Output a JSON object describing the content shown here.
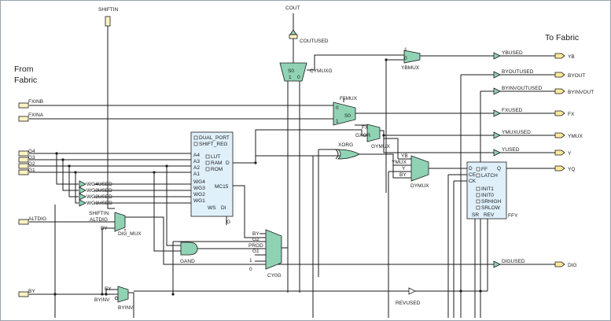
{
  "headers": {
    "from": "From Fabric",
    "to": "To Fabric"
  },
  "top": {
    "shiftin": "SHIFTIN",
    "cout": "COUT",
    "coutused": "COUTUSED",
    "cymuxg": "CYMUXG",
    "cymuxg_s0": "S0",
    "cymuxg_in1": "1",
    "cymuxg_in0": "0"
  },
  "inputs": {
    "fxinb": "FXINB",
    "fxina": "FXINA",
    "g4": "G4",
    "g3": "G3",
    "g2": "G2",
    "g1": "G1",
    "altdig": "ALTDIG",
    "by": "BY"
  },
  "outputs": {
    "ybused": "YBUSED",
    "yb": "YB",
    "byoutused": "BYOUTUSED",
    "byout": "BYOUT",
    "byinvoutused": "BYINVOUTUSED",
    "byinvout": "BYINVOUT",
    "fxused": "FXUSED",
    "fx": "FX",
    "ymuxused": "YMUXUSED",
    "ymux": "YMUX",
    "yused": "YUSED",
    "y": "Y",
    "yq": "YQ",
    "digused": "DIGUSED",
    "dig": "DIG"
  },
  "blocks": {
    "ybmux": "YBMUX",
    "ybmux_in1": "1",
    "ybmux_in0": "0",
    "f5mux": "F5MUX",
    "f5mux_in0": "0",
    "f5mux_in1": "1",
    "f5mux_s0": "S0",
    "gxor": "GXOR",
    "fx_lbl": "FX",
    "gymux": "GYMUX",
    "g_lbl": "G",
    "xorg": "XORG",
    "dymux_yb": "YB",
    "dymux_ymux": "YMUX",
    "dymux_y": "Y",
    "dymux_by": "BY",
    "dymux": "DYMUX",
    "dig_mux_shiftin": "SHIFTIN",
    "dig_mux_altdig": "ALTDIG",
    "dig_mux_by": "BY",
    "dig_mux": "DIG_MUX",
    "gand": "GAND",
    "cy0g_by": "BY",
    "cy0g_g2": "G2",
    "cy0g_prod": "PROD",
    "cy0g_g1": "G1",
    "cy0g_1": "1",
    "cy0g_0": "0",
    "cy0g": "CY0G",
    "byinv_by": "BY",
    "byinv_byinv": "BYINV",
    "byinv": "BYINV",
    "revused": "REVUSED"
  },
  "wg": {
    "wg4used": "WG4USED",
    "wg3used": "WG3USED",
    "wg2used": "WG2USED",
    "wg1used": "WG1USED"
  },
  "lut": {
    "dual_port": "DUAL_PORT",
    "shift_reg": "SHIFT_REG",
    "a4": "A4",
    "a3": "A3",
    "a2": "A2",
    "a1": "A1",
    "lut_opt": "LUT",
    "ram_opt": "RAM",
    "rom_opt": "ROM",
    "d": "D",
    "wg4": "WG4",
    "wg3": "WG3",
    "wg2": "WG2",
    "wg1": "WG1",
    "mc15": "MC15",
    "ws": "WS",
    "di": "DI"
  },
  "ffy": {
    "d": "D",
    "ce": "CE",
    "ck": "CK",
    "q": "Q",
    "ff": "FF",
    "latch": "LATCH",
    "init1": "INIT1",
    "init0": "INIT0",
    "srhigh": "SRHIGH",
    "srlow": "SRLOW",
    "sr": "SR",
    "rev": "REV",
    "name": "FFY"
  }
}
